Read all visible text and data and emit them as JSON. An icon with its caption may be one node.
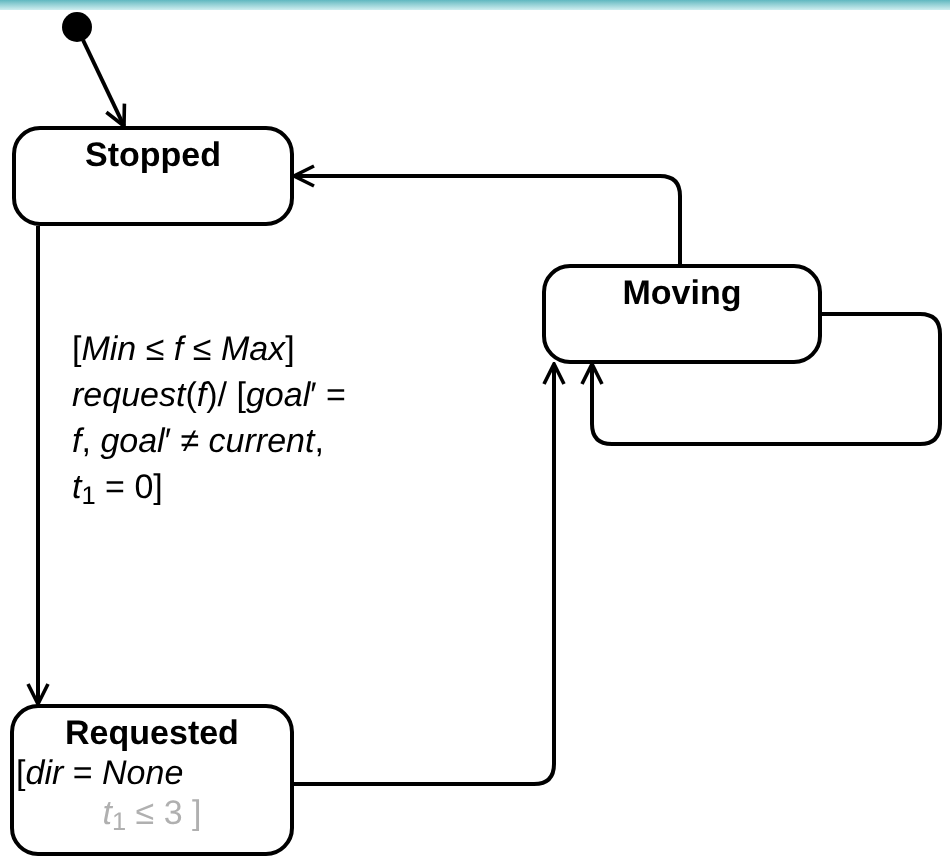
{
  "diagram": {
    "nodes": [
      {
        "text": [],
        "shape": "circle"
      },
      {
        "text": [
          "Stopped"
        ]
      },
      {
        "text": [
          "Moving"
        ]
      },
      {
        "text": [
          "Requested",
          "[*dir* = *None*",
          "*t*$_{1}$ ≤ 3 ]"
        ]
      }
    ],
    "edges": [
      {
        "from": 0,
        "to": 1,
        "arrow": "to"
      },
      {
        "from": 2,
        "to": 1,
        "arrow": "to"
      },
      {
        "from": 1,
        "to": 3,
        "arrow": "to",
        "label": "[*Min* ≤ *f* ≤ *Max*] *request*(*f*)/ [*goal*′ = *f*, *goal*′ ≠ *current*, *t*$_{1}$ = 0]"
      },
      {
        "from": 3,
        "to": 2,
        "arrow": "to"
      },
      {
        "from": 2,
        "to": 2,
        "arrow": "to"
      }
    ]
  }
}
